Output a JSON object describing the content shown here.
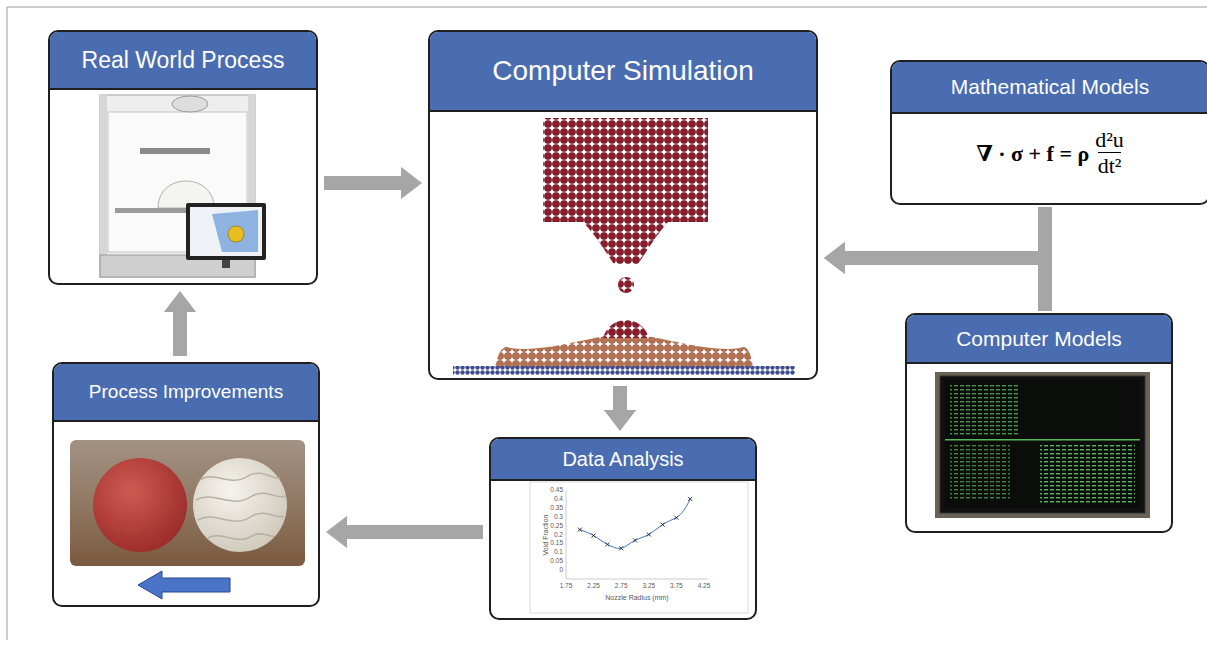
{
  "diagram": {
    "nodes": [
      {
        "text": [
          "Real World Process"
        ]
      },
      {
        "text": [
          "Computer Simulation"
        ]
      },
      {
        "text": [
          "Mathematical Models",
          "∇ · σ + f = ρ",
          "d²u",
          "dt²"
        ]
      },
      {
        "text": [
          "Computer Models"
        ]
      },
      {
        "text": [
          "Process Improvements"
        ]
      },
      {
        "text": [
          "Data Analysis"
        ]
      }
    ],
    "edges": [
      {
        "from": 0,
        "to": 1,
        "arrow": "to"
      },
      {
        "from": 2,
        "to": 1,
        "arrow": "to"
      },
      {
        "from": 3,
        "to": 1,
        "arrow": "to"
      },
      {
        "from": 1,
        "to": 5,
        "arrow": "to"
      },
      {
        "from": 5,
        "to": 4,
        "arrow": "to"
      },
      {
        "from": 4,
        "to": 0,
        "arrow": "to"
      }
    ],
    "labels": [
      "0.45",
      "0.4",
      "0.35",
      "0.3",
      "0.25",
      "0.2",
      "0.15",
      "0.1",
      "0.05",
      "0",
      "1.75",
      "2.25",
      "2.75",
      "3.25",
      "3.75",
      "4.25",
      "Void Fraction",
      "Nozzle Radius (mm)"
    ]
  }
}
